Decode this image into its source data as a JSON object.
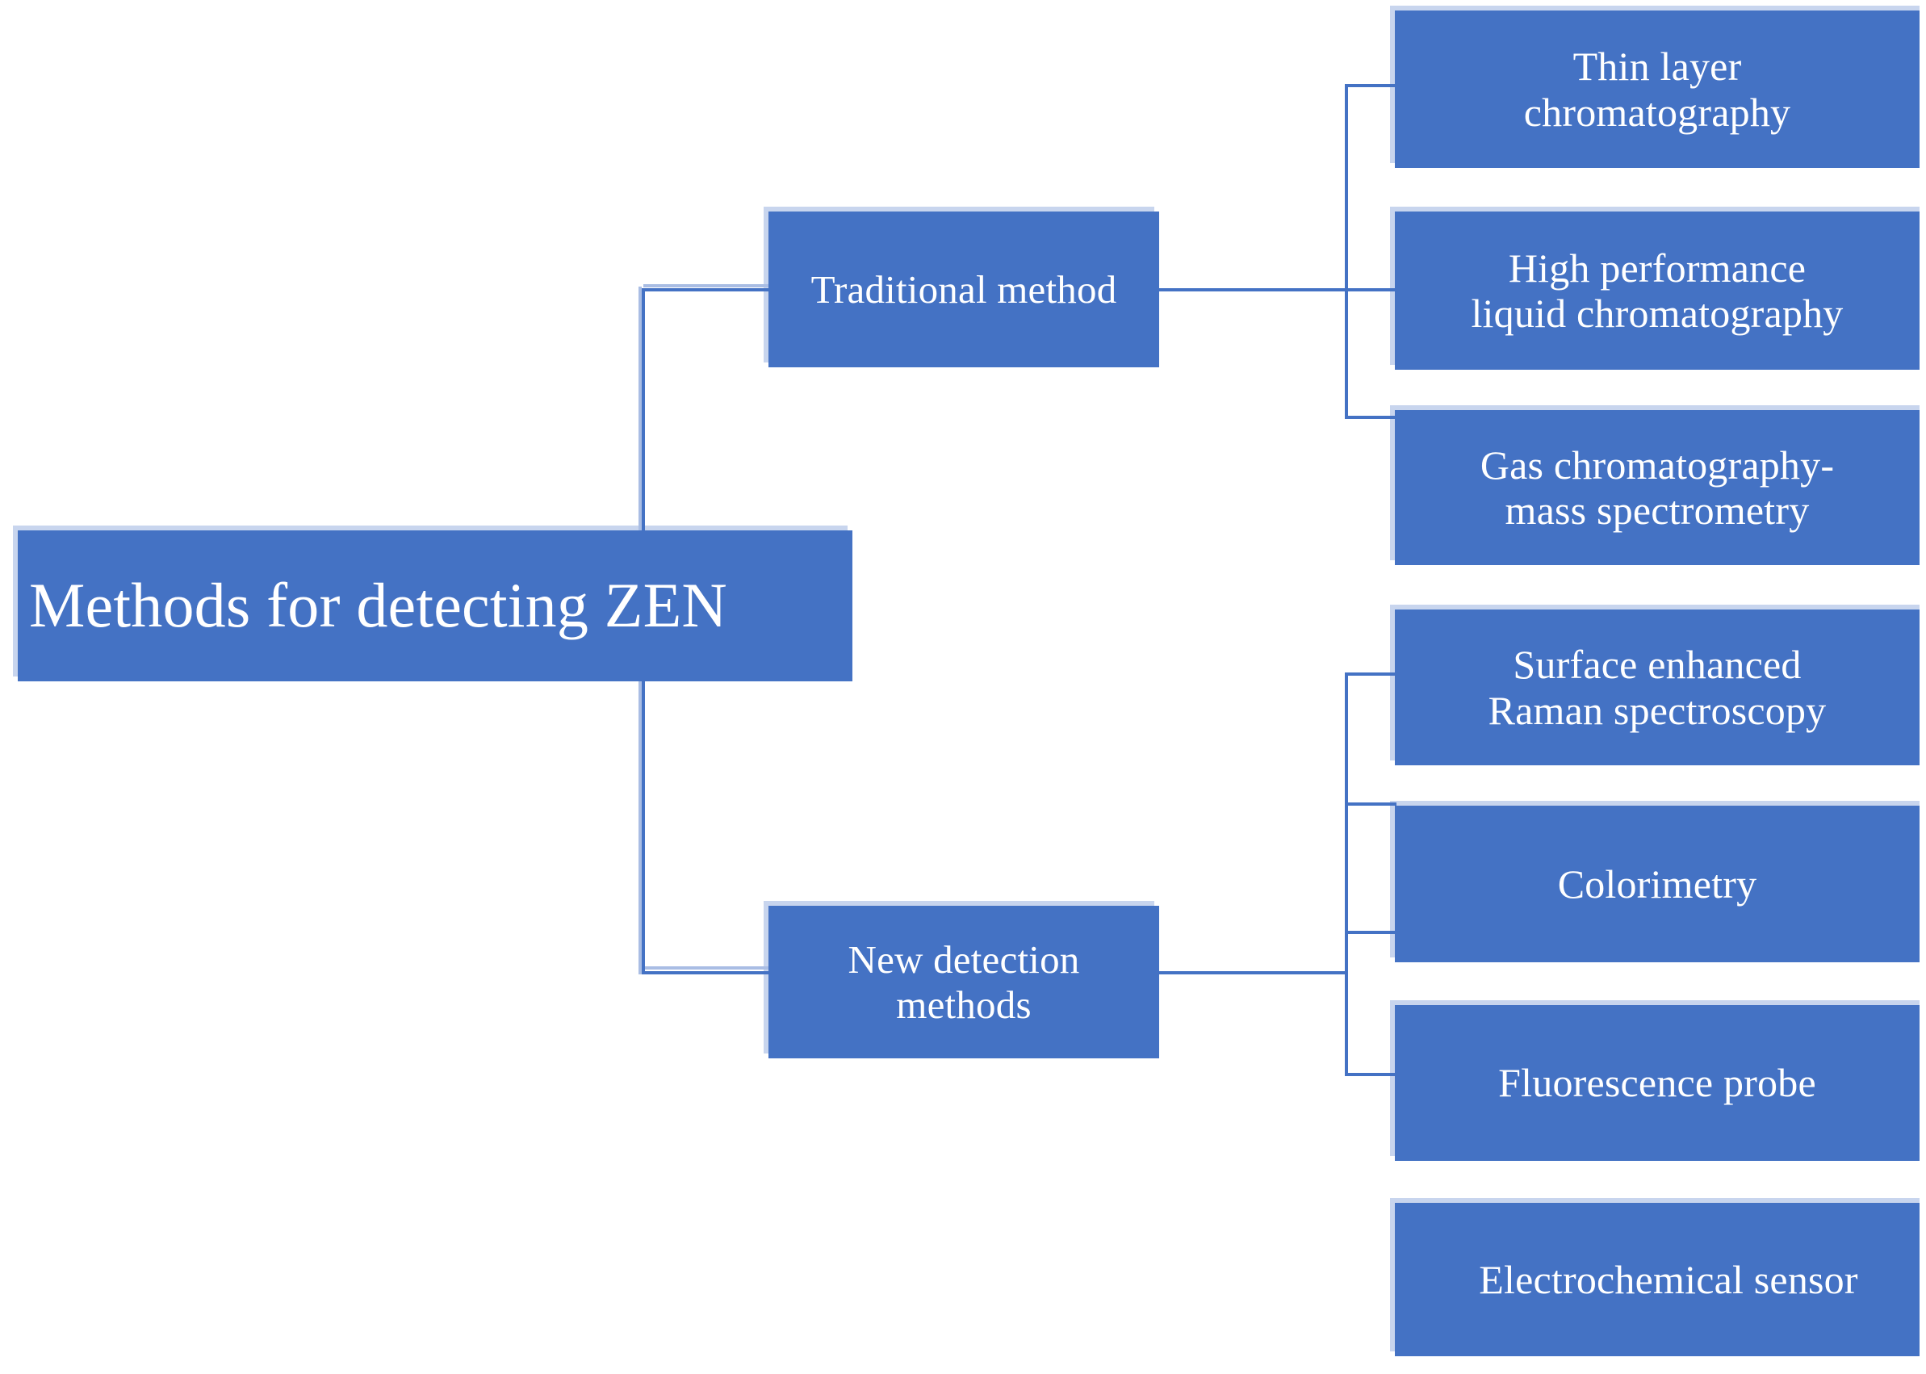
{
  "diagram": {
    "type": "organizational-hierarchy",
    "title_node": "Methods for detecting ZEN",
    "theme_color": "#4472C4",
    "text_color": "#FFFFFF",
    "connector_color": "#4472C4",
    "background": "#FFFFFF",
    "root": {
      "label": "Methods for detecting ZEN"
    },
    "branches": [
      {
        "label": "Traditional method",
        "children": [
          {
            "label": "Thin layer\nchromatography"
          },
          {
            "label": "High performance\nliquid chromatography"
          },
          {
            "label": "Gas chromatography-\nmass spectrometry"
          }
        ]
      },
      {
        "label": "New detection\nmethods",
        "children": [
          {
            "label": "Surface enhanced\nRaman spectroscopy"
          },
          {
            "label": "Colorimetry"
          },
          {
            "label": "Fluorescence probe"
          },
          {
            "label": "Electrochemical sensor"
          }
        ]
      }
    ]
  }
}
